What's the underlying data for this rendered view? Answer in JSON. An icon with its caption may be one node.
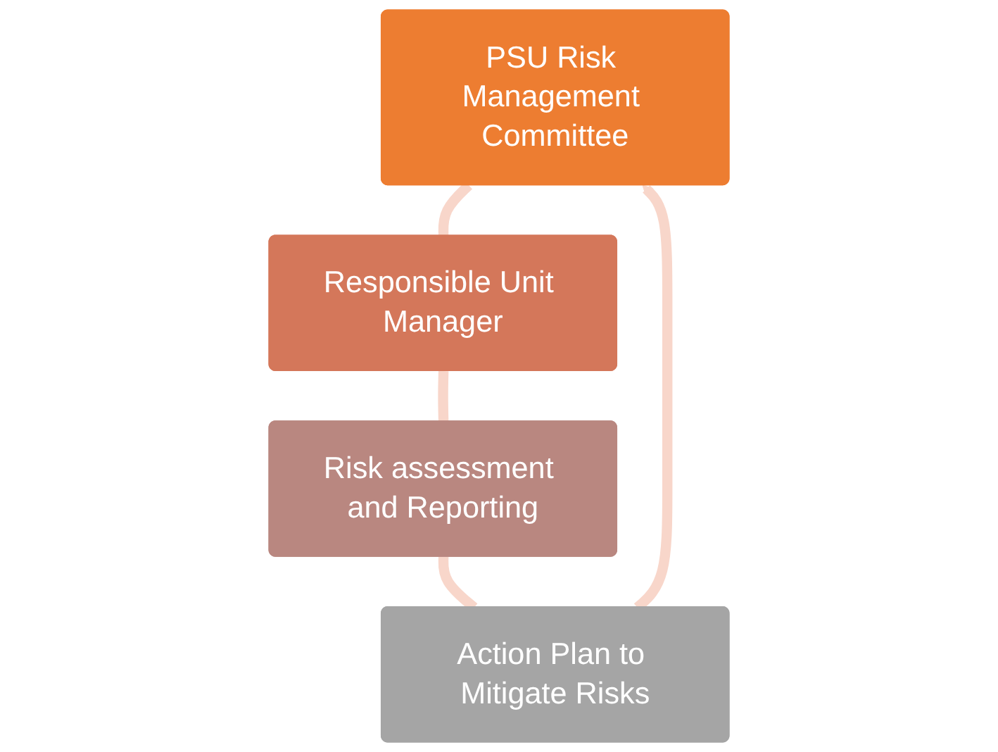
{
  "diagram": {
    "nodes": [
      {
        "text": [
          "PSU Risk Management Committee"
        ]
      },
      {
        "text": [
          "Responsible Unit Manager"
        ]
      },
      {
        "text": [
          "Risk assessment and Reporting"
        ]
      },
      {
        "text": [
          "Action Plan to Mitigate Risks"
        ]
      }
    ],
    "edges": [
      {
        "from": 0,
        "to": 1,
        "arrow": "none"
      },
      {
        "from": 1,
        "to": 2,
        "arrow": "none"
      },
      {
        "from": 2,
        "to": 3,
        "arrow": "none"
      },
      {
        "from": 3,
        "to": 0,
        "arrow": "to"
      }
    ]
  }
}
